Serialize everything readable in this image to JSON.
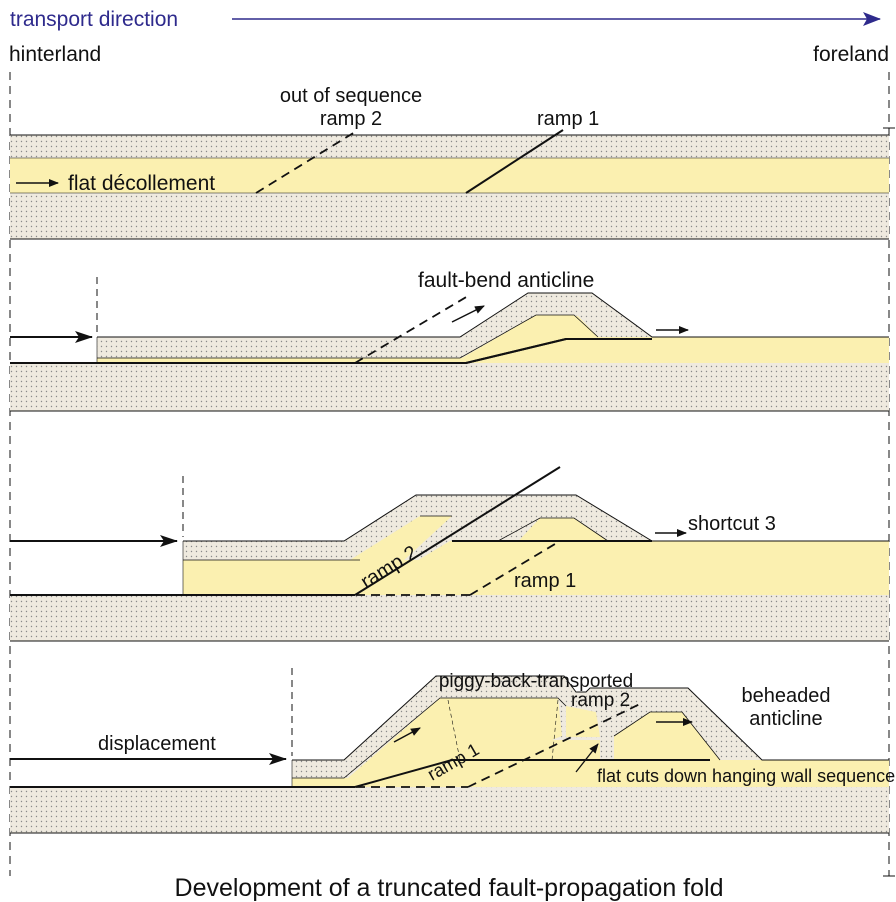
{
  "header": {
    "transport_direction": "transport direction",
    "hinterland": "hinterland",
    "foreland": "foreland"
  },
  "panel1": {
    "out_of_sequence": "out of sequence",
    "ramp2": "ramp 2",
    "ramp1": "ramp 1",
    "flat_decollement": "flat décollement"
  },
  "panel2": {
    "fault_bend_anticline": "fault-bend anticline"
  },
  "panel3": {
    "ramp2": "ramp 2",
    "ramp1": "ramp 1",
    "shortcut3": "shortcut 3"
  },
  "panel4": {
    "piggy_back": "piggy-back-transported",
    "ramp2": "ramp 2",
    "beheaded": "beheaded",
    "anticline": "anticline",
    "displacement": "displacement",
    "ramp1": "ramp 1",
    "flat_cuts": "flat cuts down hanging wall sequence"
  },
  "caption": "Development of a truncated fault-propagation fold",
  "colors": {
    "competent_layer": "#fbf0b0",
    "dotted_fill": "#ece7dc",
    "dot": "#8a8a8a",
    "line": "#111111",
    "header_blue": "#2e2a8c"
  }
}
